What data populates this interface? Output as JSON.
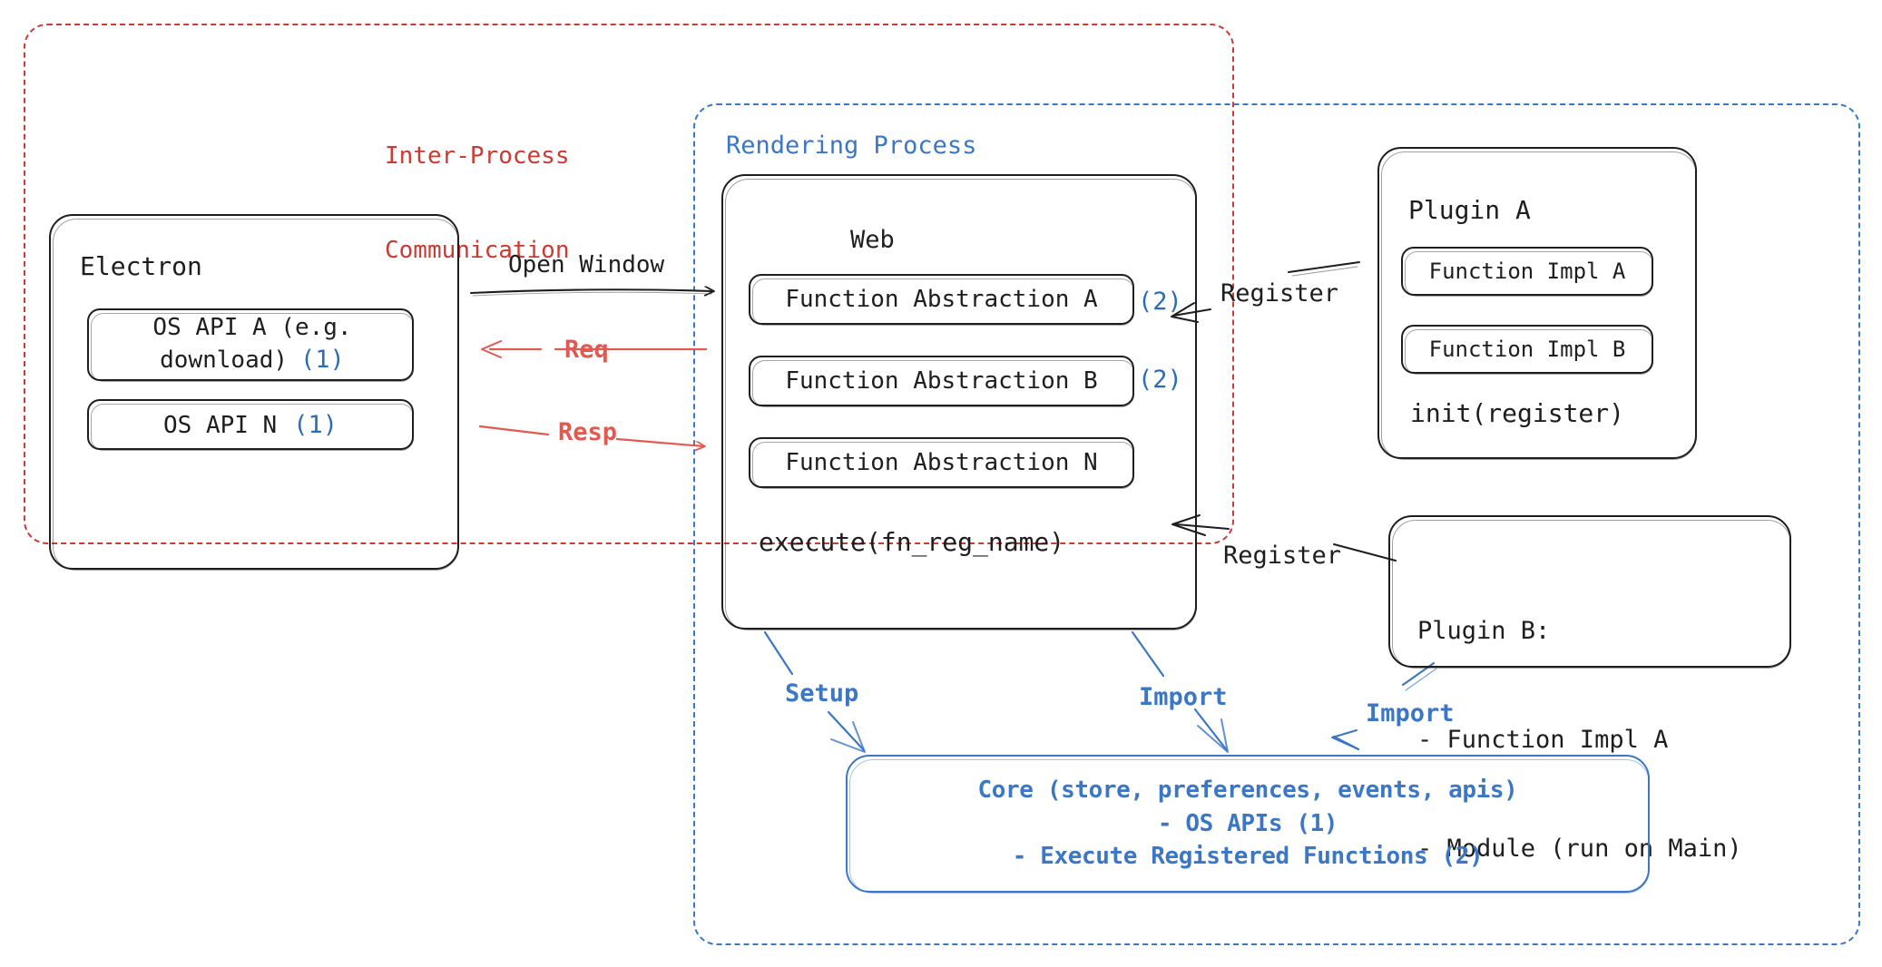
{
  "diagram": {
    "title": "Electron plugin architecture with IPC and rendering process",
    "colors": {
      "ink": "#1e1e1e",
      "red": "#cc3b33",
      "red_arrow": "#e05a52",
      "blue": "#3b77c4",
      "blue_marker": "#2b6cb8",
      "background": "#ffffff"
    }
  },
  "regions": {
    "ipc": {
      "label_line1": "Inter-Process",
      "label_line2": "Communication",
      "style": "dashed",
      "color": "#cc3b33"
    },
    "rendering_process": {
      "label": "Rendering Process",
      "style": "dashed",
      "color": "#3b77c4"
    }
  },
  "nodes": {
    "electron": {
      "title": "Electron",
      "children": [
        {
          "text_line1": "OS API A (e.g.",
          "text_line2": "download)",
          "marker": "(1)"
        },
        {
          "text_line1": "OS API N",
          "marker": "(1)"
        }
      ]
    },
    "web": {
      "title": "Web",
      "abstractions": [
        {
          "label": "Function Abstraction A",
          "marker": "(2)"
        },
        {
          "label": "Function Abstraction B",
          "marker": "(2)"
        },
        {
          "label": "Function Abstraction N",
          "marker": ""
        }
      ],
      "footer": "execute(fn_reg_name)"
    },
    "plugin_a": {
      "title": "Plugin A",
      "items": [
        "Function Impl A",
        "Function Impl B"
      ],
      "footer": "init(register)"
    },
    "plugin_b": {
      "title": "Plugin B:",
      "lines": [
        "- Function Impl A",
        "- Module (run on Main)"
      ]
    },
    "core": {
      "line1": "Core (store, preferences, events, apis)",
      "line2": "- OS APIs (1)",
      "line3": "- Execute Registered Functions (2)"
    }
  },
  "edges": {
    "open_window": {
      "label": "Open Window",
      "color": "#1e1e1e"
    },
    "req": {
      "label": "Req",
      "color": "#e05a52"
    },
    "resp": {
      "label": "Resp",
      "color": "#e05a52"
    },
    "register_a": {
      "label": "Register",
      "color": "#1e1e1e"
    },
    "register_b": {
      "label": "Register",
      "color": "#1e1e1e"
    },
    "setup": {
      "label": "Setup",
      "color": "#3b77c4"
    },
    "import_web": {
      "label": "Import",
      "color": "#3b77c4"
    },
    "import_plugin_b": {
      "label": "Import",
      "color": "#3b77c4"
    }
  }
}
